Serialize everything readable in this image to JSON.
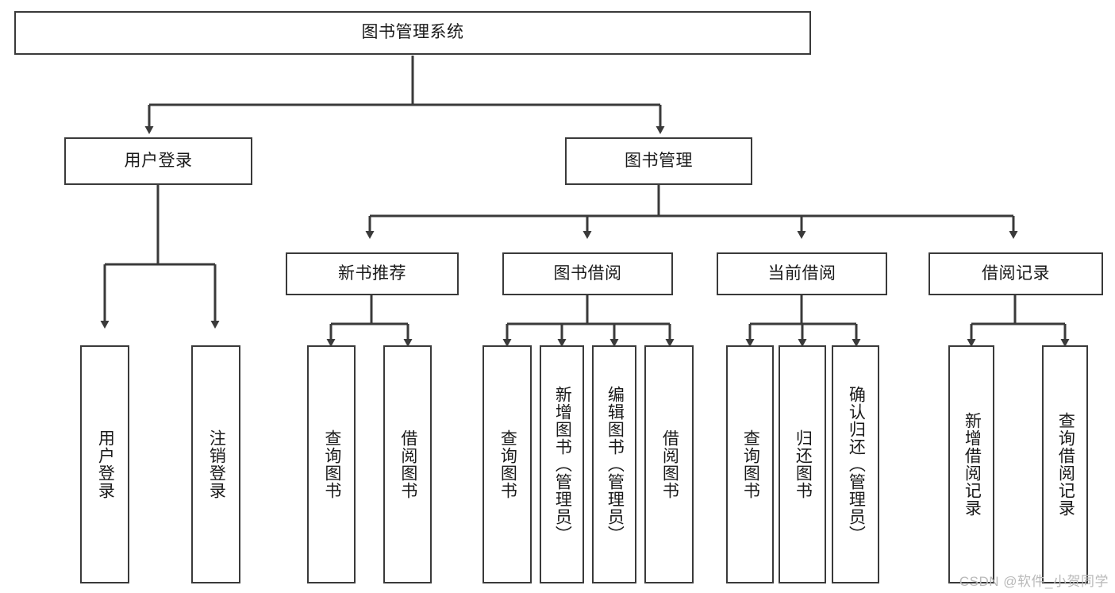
{
  "diagram": {
    "title": "图书管理系统",
    "root": {
      "label": "图书管理系统"
    },
    "level1": [
      {
        "label": "用户登录"
      },
      {
        "label": "图书管理"
      }
    ],
    "level2": [
      {
        "label": "新书推荐"
      },
      {
        "label": "图书借阅"
      },
      {
        "label": "当前借阅"
      },
      {
        "label": "借阅记录"
      }
    ],
    "leaves": {
      "user_login": [
        {
          "label": "用户登录"
        },
        {
          "label": "注销登录"
        }
      ],
      "new_book_recommend": [
        {
          "label": "查询图书"
        },
        {
          "label": "借阅图书"
        }
      ],
      "book_borrow": [
        {
          "label": "查询图书"
        },
        {
          "label": "新增图书（管理员）"
        },
        {
          "label": "编辑图书（管理员）"
        },
        {
          "label": "借阅图书"
        }
      ],
      "current_borrow": [
        {
          "label": "查询图书"
        },
        {
          "label": "归还图书"
        },
        {
          "label": "确认归还（管理员）"
        }
      ],
      "borrow_record": [
        {
          "label": "新增借阅记录"
        },
        {
          "label": "查询借阅记录"
        }
      ]
    }
  },
  "watermark": {
    "text": "CSDN @软件_小贺同学"
  },
  "colors": {
    "stroke": "#3a3a3a",
    "text": "#1a1a1a",
    "background": "#ffffff",
    "watermark": "#b9b9b9"
  }
}
